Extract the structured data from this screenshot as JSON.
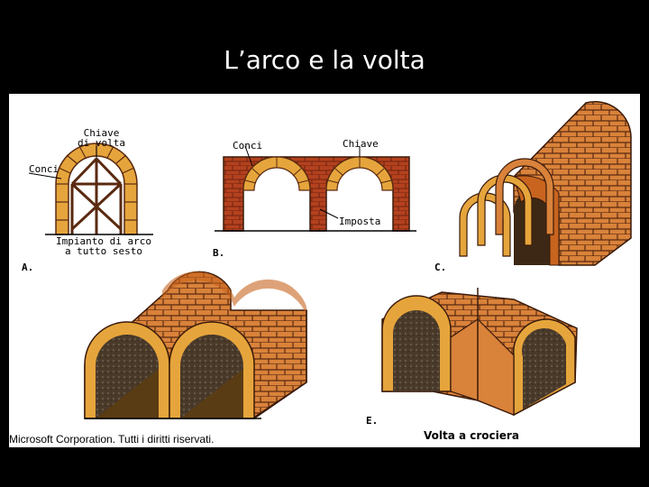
{
  "slide": {
    "title": "L’arco e la volta"
  },
  "figure": {
    "panel_a": {
      "letter": "A.",
      "keystone_label": "Chiave\ndi volta",
      "voussoir_label": "Conci",
      "centering_label": "Impianto di arco\na tutto sesto"
    },
    "panel_b": {
      "letter": "B.",
      "voussoir_label": "Conci",
      "keystone_label": "Chiave",
      "impost_label": "Imposta"
    },
    "panel_c": {
      "letter": "C."
    },
    "panel_e": {
      "letter": "E.",
      "caption": "Volta a crociera"
    },
    "credit": "Microsoft Corporation. Tutti i diritti riservati.",
    "colors": {
      "brick_orange": "#C8641E",
      "brick_yellow": "#E6A53C",
      "brick_red": "#B4411E",
      "shadow": "#3C2814",
      "ground": "#5A3C14",
      "background": "#FFFFFF"
    }
  }
}
